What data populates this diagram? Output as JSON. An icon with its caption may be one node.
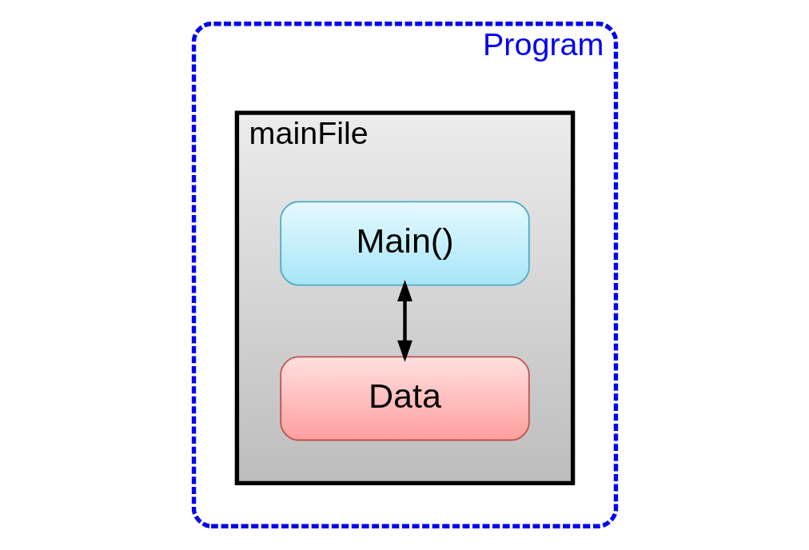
{
  "diagram": {
    "nodes": [
      {
        "text": [
          "Program"
        ]
      },
      {
        "text": [
          "mainFile"
        ],
        "in": 0
      },
      {
        "text": [
          "Main()"
        ],
        "in": 1
      },
      {
        "text": [
          "Data"
        ],
        "in": 1
      }
    ],
    "edges": [
      {
        "from": 2,
        "to": 3,
        "arrow": "both"
      }
    ]
  }
}
